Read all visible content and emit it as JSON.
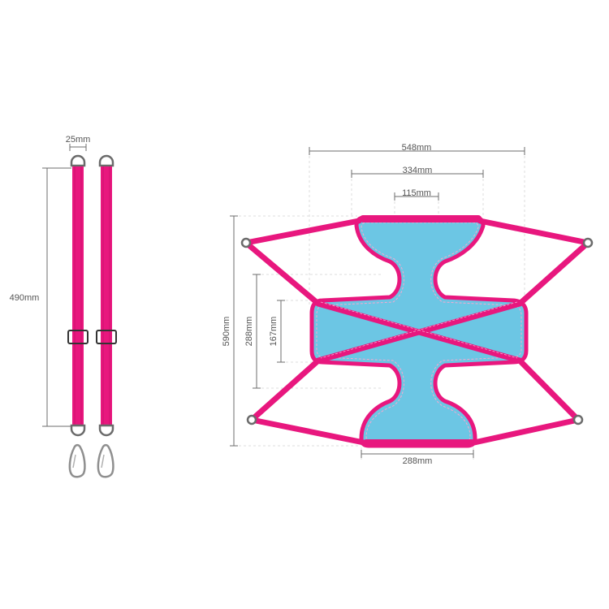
{
  "colors": {
    "strap": "#e8177e",
    "strap_dark": "#c90f6b",
    "fabric": "#6cc6e4",
    "fabric_edge": "#4aa9cd",
    "stitch": "#f7a8d0",
    "ring": "#6b6b6b",
    "carabiner": "#8f8f8f",
    "dimension": "#6e6e6e",
    "text": "#555555"
  },
  "straps": {
    "width_label": "25mm",
    "length_label": "490mm"
  },
  "hammock": {
    "overall_width_label": "548mm",
    "middle_width_label": "334mm",
    "neck_width_label": "115mm",
    "base_width_label": "288mm",
    "overall_height_label": "590mm",
    "center_height_label": "288mm",
    "inner_height_label": "167mm"
  }
}
